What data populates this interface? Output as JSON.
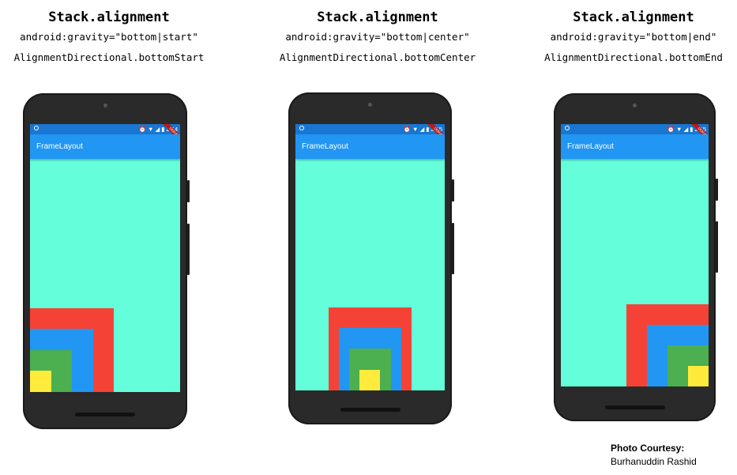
{
  "panels": [
    {
      "title": "Stack.alignment",
      "gravity": "android:gravity=\"bottom|start\"",
      "alignment": "AlignmentDirectional.bottomStart",
      "app_title": "FrameLayout",
      "time": "2:54",
      "align": "start"
    },
    {
      "title": "Stack.alignment",
      "gravity": "android:gravity=\"bottom|center\"",
      "alignment": "AlignmentDirectional.bottomCenter",
      "app_title": "FrameLayout",
      "time": "2:55",
      "align": "center"
    },
    {
      "title": "Stack.alignment",
      "gravity": "android:gravity=\"bottom|end\"",
      "alignment": "AlignmentDirectional.bottomEnd",
      "app_title": "FrameLayout",
      "time": "2:55",
      "align": "end"
    }
  ],
  "credit": {
    "heading": "Photo Courtesy:",
    "name": "Burhanuddin Rashid"
  },
  "colors": {
    "screen": "#64ffda",
    "appbar": "#2196f3",
    "statusbar": "#1976d2",
    "red": "#f44336",
    "blue": "#2196f3",
    "green": "#4caf50",
    "yellow": "#ffeb3b"
  },
  "icons": [
    "alarm-icon",
    "wifi-icon",
    "signal-icon",
    "battery-icon",
    "debug-banner"
  ]
}
